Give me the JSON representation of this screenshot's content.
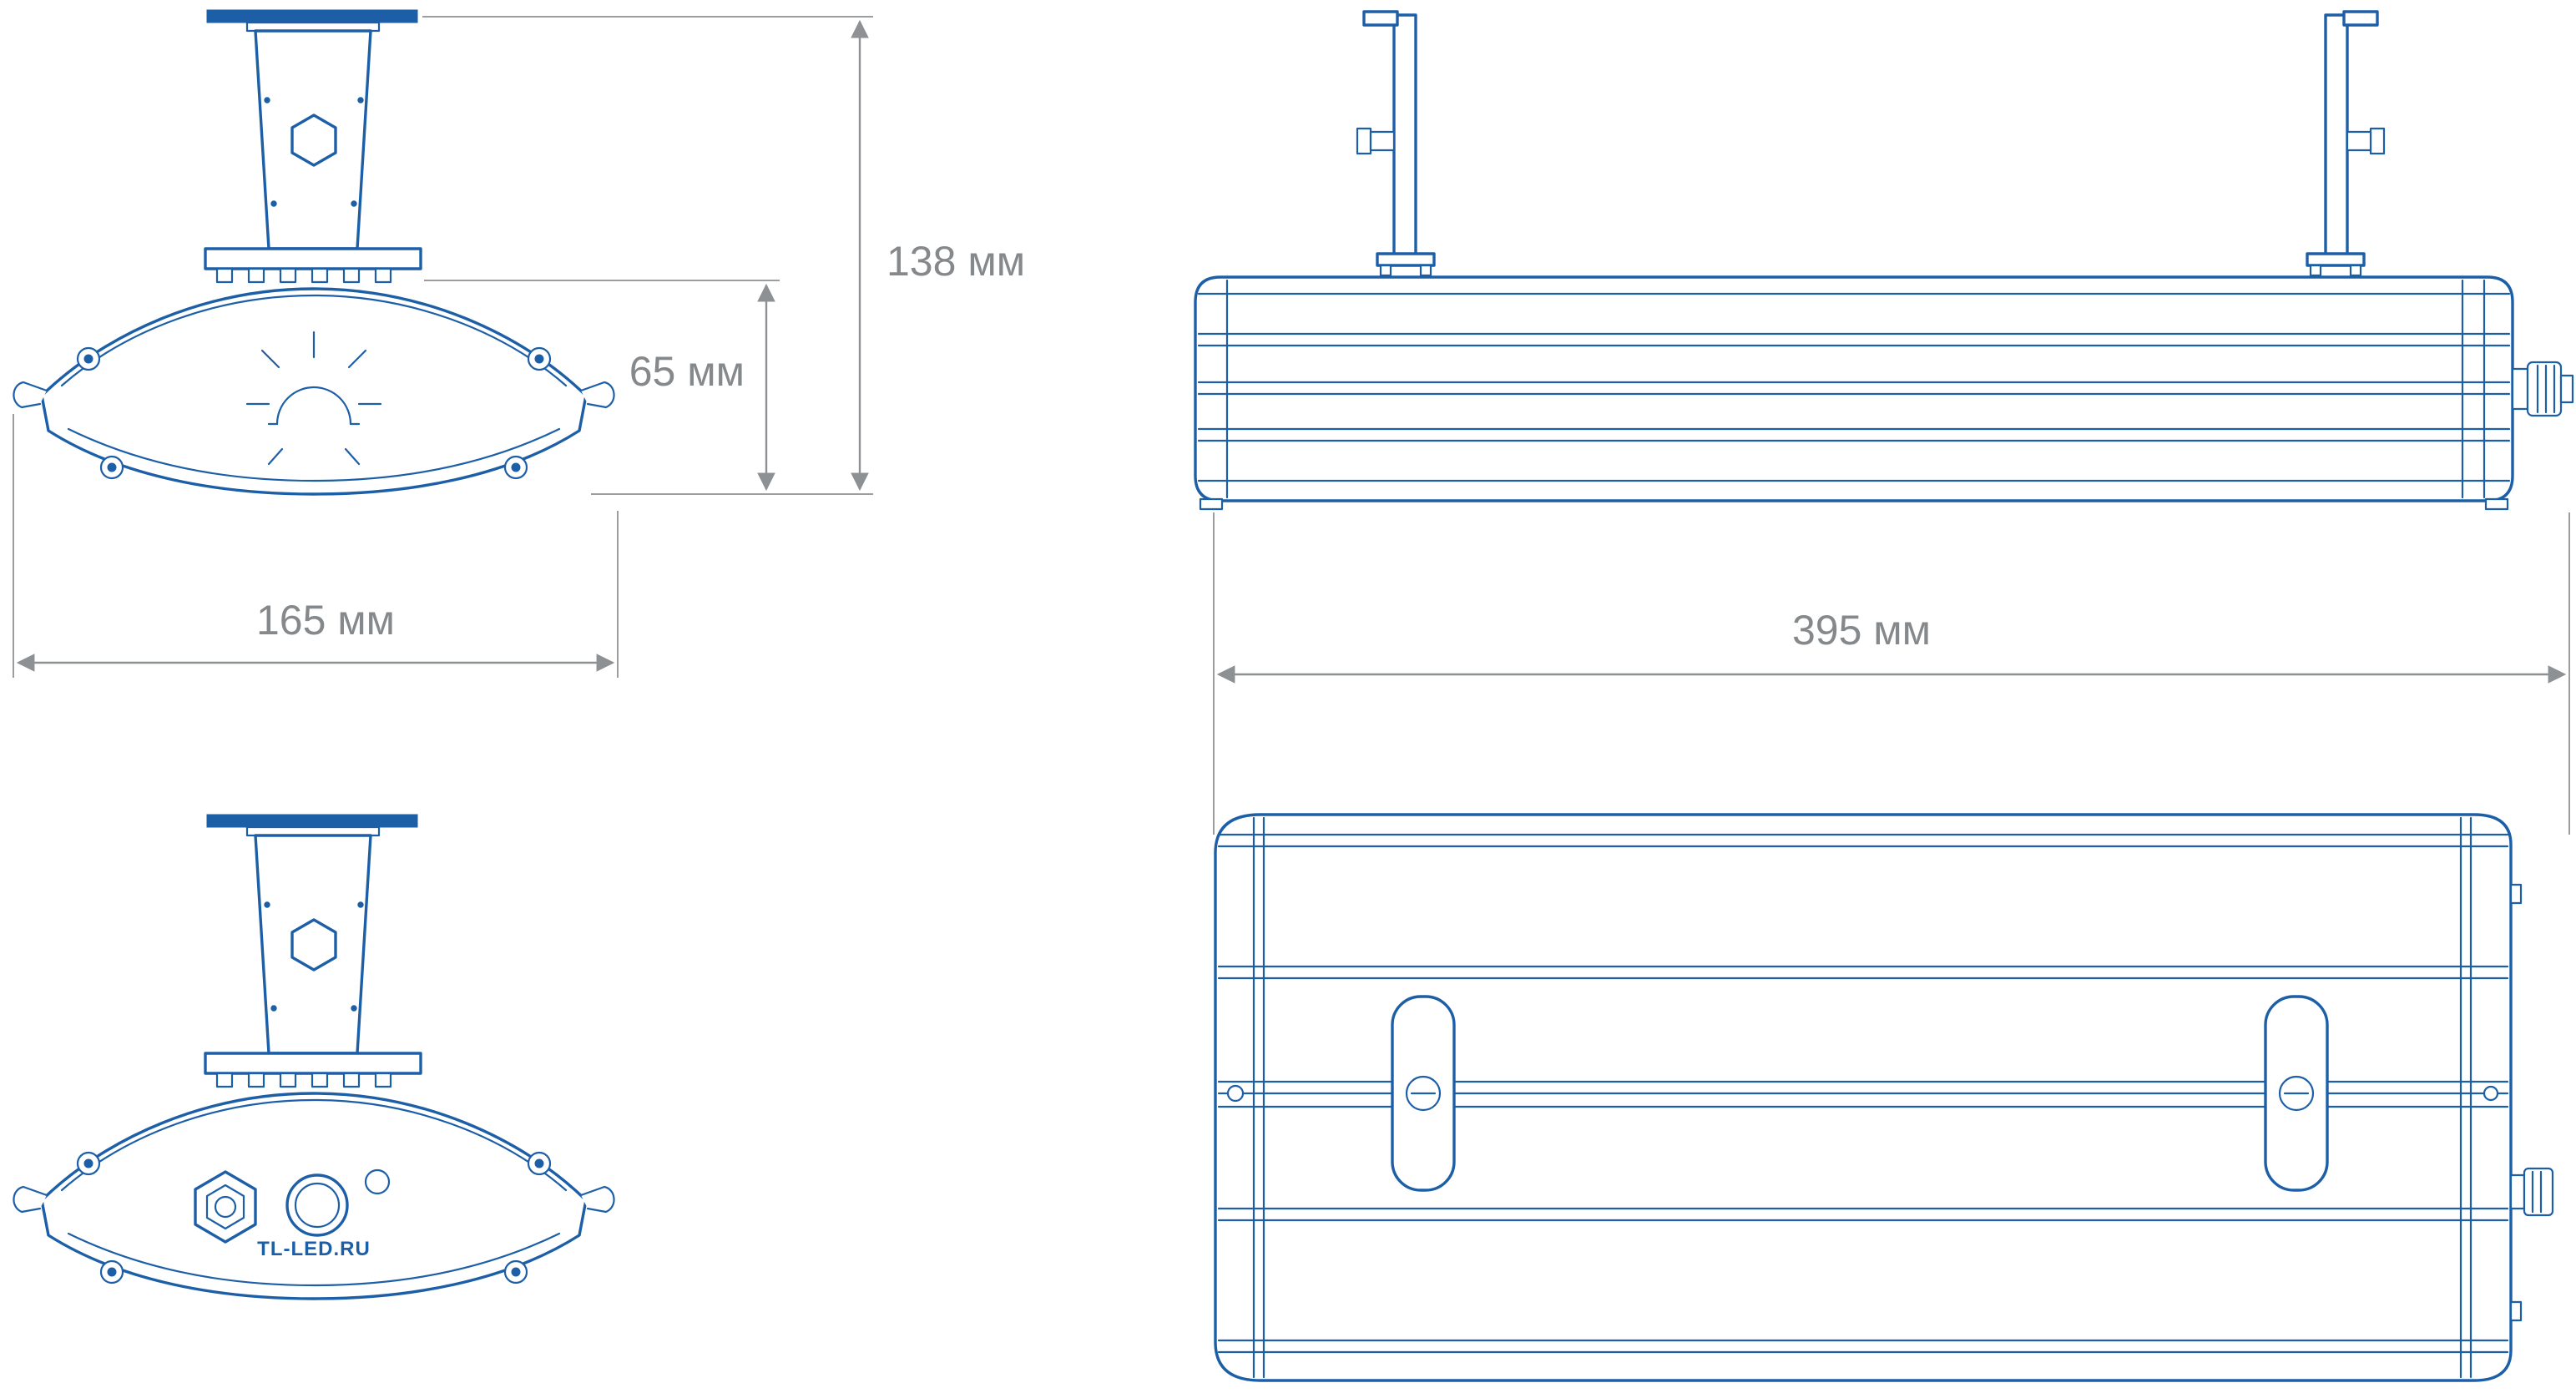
{
  "drawing": {
    "labels": {
      "height_total": "138 мм",
      "body_height": "65 мм",
      "width": "165 мм",
      "length": "395 мм",
      "brand": "TL-LED.RU"
    },
    "colors": {
      "line_blue": "#1d5fa7",
      "dimension_gray": "#8d9194",
      "label_gray": "#85898c",
      "background": "#ffffff"
    }
  }
}
